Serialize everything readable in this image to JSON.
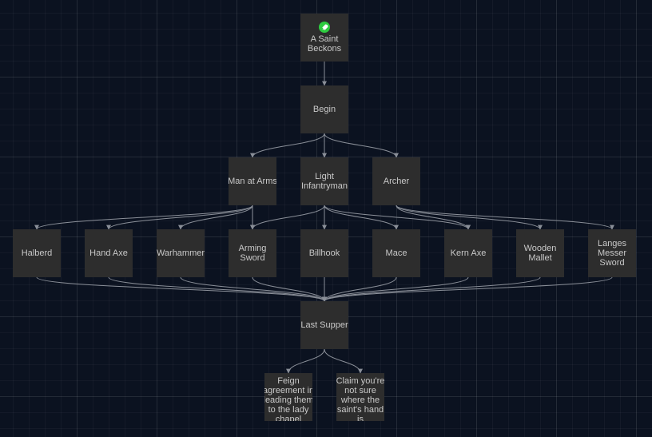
{
  "diagram": {
    "nodes": [
      {
        "id": "saint",
        "label": "A Saint Beckons",
        "start": true
      },
      {
        "id": "begin",
        "label": "Begin"
      },
      {
        "id": "maa",
        "label": "Man at Arms"
      },
      {
        "id": "li",
        "label": "Light Infantryman"
      },
      {
        "id": "archer",
        "label": "Archer"
      },
      {
        "id": "halberd",
        "label": "Halberd"
      },
      {
        "id": "handaxe",
        "label": "Hand Axe"
      },
      {
        "id": "warham",
        "label": "Warhammer"
      },
      {
        "id": "arming",
        "label": "Arming Sword"
      },
      {
        "id": "billhook",
        "label": "Billhook"
      },
      {
        "id": "mace",
        "label": "Mace"
      },
      {
        "id": "kernaxe",
        "label": "Kern Axe"
      },
      {
        "id": "mallet",
        "label": "Wooden Mallet"
      },
      {
        "id": "langes",
        "label": "Langes Messer Sword"
      },
      {
        "id": "supper",
        "label": "Last Supper"
      },
      {
        "id": "feign",
        "label": "Feign agreement in leading them to the lady chapel"
      },
      {
        "id": "claim",
        "label": "Claim you're not sure where the saint's hand is"
      }
    ],
    "edges": [
      [
        "saint",
        "begin"
      ],
      [
        "begin",
        "maa"
      ],
      [
        "begin",
        "li"
      ],
      [
        "begin",
        "archer"
      ],
      [
        "maa",
        "halberd"
      ],
      [
        "maa",
        "handaxe"
      ],
      [
        "maa",
        "warham"
      ],
      [
        "maa",
        "arming"
      ],
      [
        "li",
        "arming"
      ],
      [
        "li",
        "billhook"
      ],
      [
        "li",
        "mace"
      ],
      [
        "li",
        "kernaxe"
      ],
      [
        "archer",
        "kernaxe"
      ],
      [
        "archer",
        "mallet"
      ],
      [
        "archer",
        "langes"
      ],
      [
        "halberd",
        "supper"
      ],
      [
        "handaxe",
        "supper"
      ],
      [
        "warham",
        "supper"
      ],
      [
        "arming",
        "supper"
      ],
      [
        "billhook",
        "supper"
      ],
      [
        "mace",
        "supper"
      ],
      [
        "kernaxe",
        "supper"
      ],
      [
        "mallet",
        "supper"
      ],
      [
        "langes",
        "supper"
      ],
      [
        "supper",
        "feign"
      ],
      [
        "supper",
        "claim"
      ]
    ]
  },
  "colors": {
    "background": "#0b1220",
    "node_fill": "#2d2d2d",
    "node_text": "#c9c9c9",
    "edge": "#8a8f98",
    "start_icon": "#2ecc40"
  }
}
